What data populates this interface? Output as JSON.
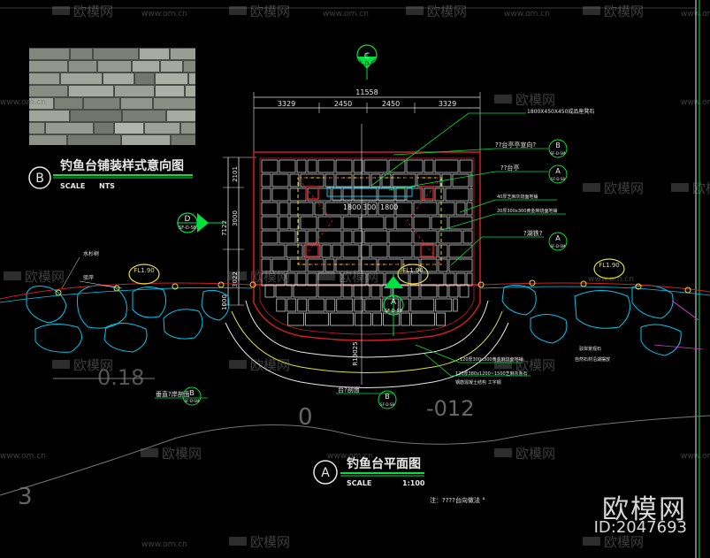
{
  "watermark": {
    "brand": "欧模网",
    "url": "www.om.cn"
  },
  "logo": {
    "brand": "欧模网",
    "id": "ID:2047693"
  },
  "view_b": {
    "bubble": "B",
    "title": "钓鱼台铺装样式意向图",
    "scale_label": "SCALE",
    "scale_value": "NTS"
  },
  "view_a": {
    "bubble": "A",
    "title": "钓鱼台平面图",
    "scale_label": "SCALE",
    "scale_value": "1:100",
    "note": "注：????台向做法 °"
  },
  "dimensions": {
    "overall": "11558",
    "segments": [
      "3329",
      "2450",
      "2450",
      "3329"
    ],
    "inner": [
      "1800",
      "300",
      "1800"
    ],
    "left_total": "7122",
    "left_segments": [
      "2101",
      "3000",
      "3022"
    ],
    "left_bottom": "1000",
    "radius": "R19025"
  },
  "callouts": {
    "top_marker": {
      "letter": "C",
      "ref": "SF-D-S8"
    },
    "left_marker": {
      "letter": "D",
      "ref": "SF-D-S8"
    },
    "center_marker": {
      "letter": "A",
      "ref": "SF-D-S8"
    },
    "bottom_left": {
      "text": "垂直?岸剖面",
      "letter": "B",
      "ref": "SF-D-SM"
    },
    "bottom_mid": {
      "text": "台?剖面",
      "letter": "B",
      "ref": "SF-D-S8"
    },
    "right_items": [
      {
        "text": "1800X450X450成品座凳石",
        "letter": ""
      },
      {
        "text": "??台亭亭宣向?",
        "letter": "B",
        "ref": "SF-D-SM"
      },
      {
        "text": "??台亭",
        "letter": "A",
        "ref": "SF-D-S8"
      },
      {
        "text": "40厚芝麻灰烧面地铺",
        "letter": ""
      },
      {
        "text": "20厚300x300黄金麻烧面地铺",
        "letter": ""
      },
      {
        "text": "?湖铁?",
        "letter": "A",
        "ref": "SF-D-SM"
      }
    ],
    "lower_notes": [
      "120厚300x300黄金麻烧面地铺",
      "120厚380x1200~1500芝麻灰条石",
      "钢筋混凝土结构 工字钢"
    ],
    "right_rock": [
      "驳岸景观石",
      "自然石材沿湖摆放"
    ],
    "fl_left": "FL1.90",
    "fl_right": "FL1.90",
    "fl_center": "FL1.90",
    "left_labels": [
      "水杉树",
      "驳岸"
    ]
  },
  "contours": [
    "0.18",
    "0",
    "-012",
    "3"
  ],
  "colors": {
    "green": "#00e040",
    "white": "#e8e8e8",
    "red": "#d02020",
    "yellow": "#e0e040",
    "cyan": "#00c8f0",
    "magenta": "#d040d0"
  }
}
